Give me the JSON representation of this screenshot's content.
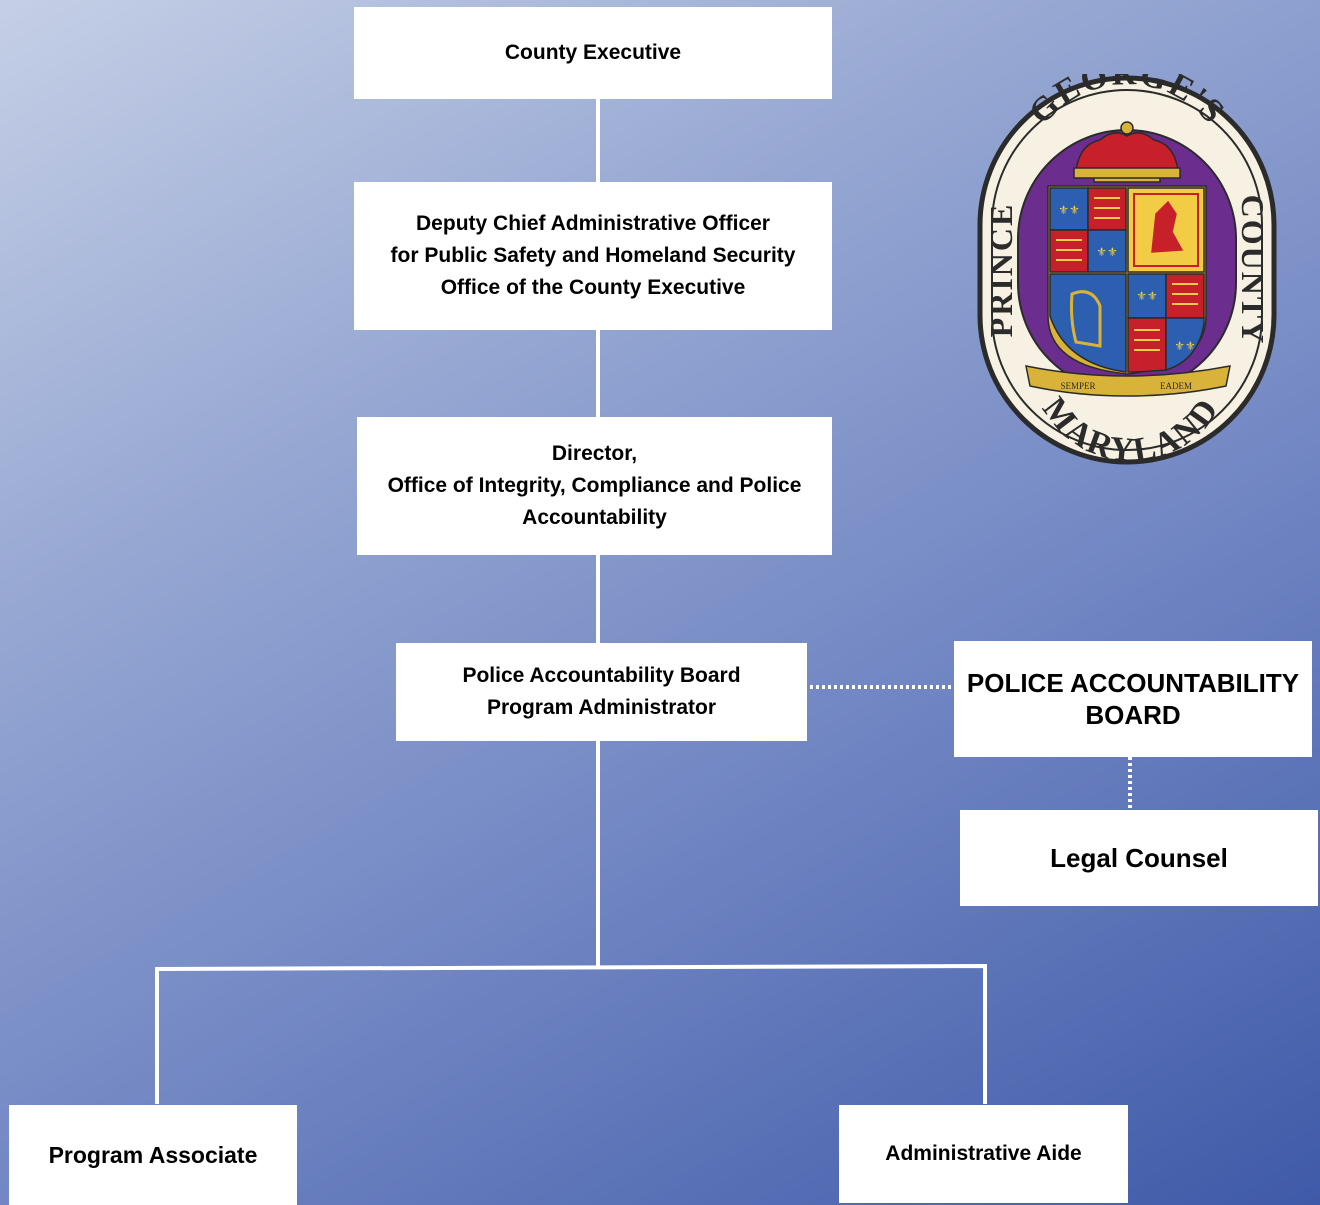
{
  "nodes": {
    "county_executive": {
      "lines": [
        "County Executive"
      ]
    },
    "deputy_cao": {
      "lines": [
        "Deputy Chief Administrative Officer",
        "for Public Safety and Homeland Security",
        "Office of the County Executive"
      ]
    },
    "director": {
      "lines": [
        "Director,",
        "Office of Integrity, Compliance and Police",
        "Accountability"
      ]
    },
    "pab_admin": {
      "lines": [
        "Police Accountability Board",
        "Program Administrator"
      ]
    },
    "pab": {
      "lines": [
        "POLICE ACCOUNTABILITY",
        "BOARD"
      ]
    },
    "legal_counsel": {
      "lines": [
        "Legal Counsel"
      ]
    },
    "program_associate": {
      "lines": [
        "Program Associate"
      ]
    },
    "administrative_aide": {
      "lines": [
        "Administrative Aide"
      ]
    }
  },
  "seal": {
    "top_text": "GEORGE'S",
    "left_text": "PRINCE",
    "right_text": "COUNTY",
    "bottom_text": "MARYLAND",
    "motto_left": "SEMPER",
    "motto_right": "EADEM",
    "colors": {
      "purple": "#6b2d8e",
      "gold": "#d9b23a",
      "red": "#c8202a",
      "blue": "#2d5fb0",
      "cream": "#f6f1e2"
    }
  },
  "colors": {
    "connector": "#ffffff",
    "box": "#ffffff",
    "text": "#000000"
  }
}
